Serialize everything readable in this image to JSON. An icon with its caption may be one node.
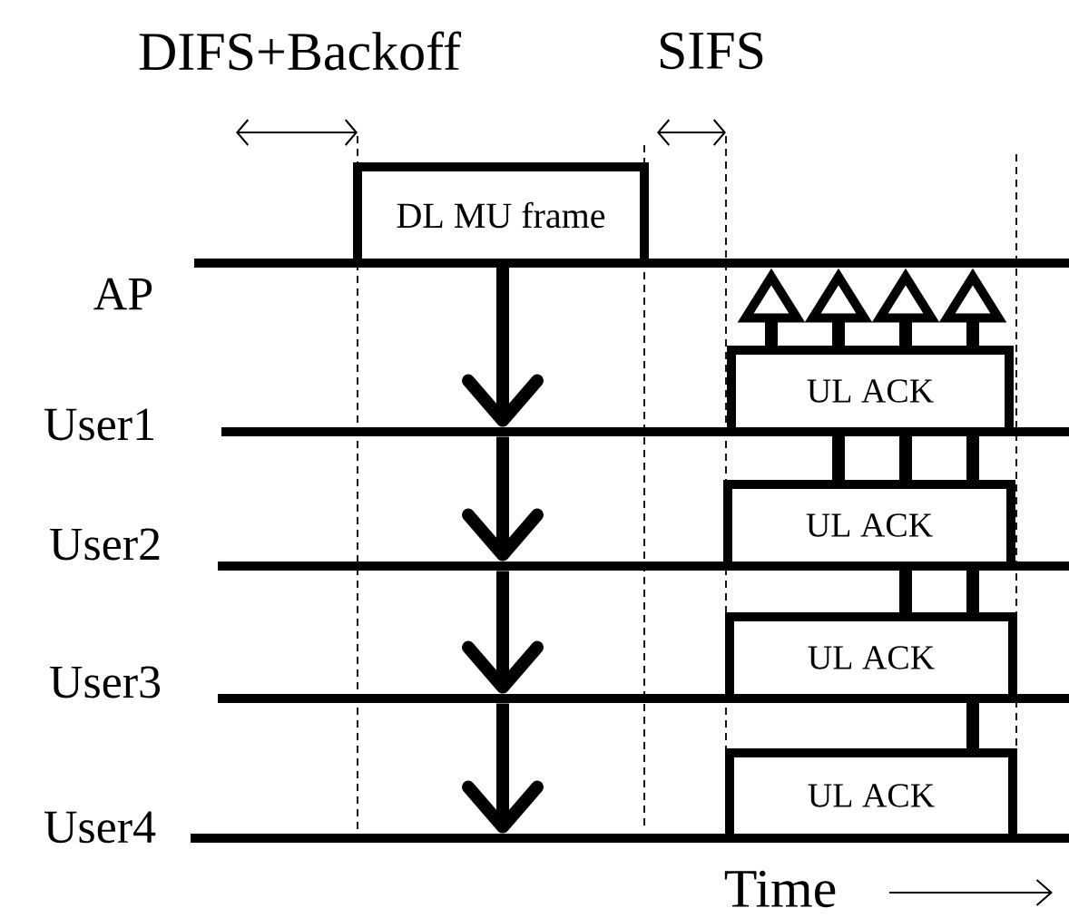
{
  "diagram": {
    "nodes": [
      {
        "text": [
          "AP"
        ]
      },
      {
        "text": [
          "User1"
        ]
      },
      {
        "text": [
          "User2"
        ]
      },
      {
        "text": [
          "User3"
        ]
      },
      {
        "text": [
          "User4"
        ]
      },
      {
        "text": [
          "DL MU frame"
        ]
      },
      {
        "text": [
          "UL ACK"
        ]
      },
      {
        "text": [
          "UL ACK"
        ]
      },
      {
        "text": [
          "UL ACK"
        ]
      },
      {
        "text": [
          "UL ACK"
        ]
      }
    ],
    "edges": [
      {
        "from": 5,
        "to": 1,
        "arrow": "to"
      },
      {
        "from": 1,
        "to": 2,
        "arrow": "to"
      },
      {
        "from": 2,
        "to": 3,
        "arrow": "to"
      },
      {
        "from": 3,
        "to": 4,
        "arrow": "to"
      },
      {
        "from": 6,
        "to": 0,
        "arrow": "to"
      },
      {
        "from": 6,
        "to": 0,
        "arrow": "to"
      },
      {
        "from": 6,
        "to": 0,
        "arrow": "to"
      },
      {
        "from": 6,
        "to": 0,
        "arrow": "to"
      },
      {
        "from": 7,
        "to": 6,
        "arrow": "none"
      },
      {
        "from": 7,
        "to": 6,
        "arrow": "none"
      },
      {
        "from": 7,
        "to": 6,
        "arrow": "none"
      },
      {
        "from": 8,
        "to": 7,
        "arrow": "none"
      },
      {
        "from": 8,
        "to": 7,
        "arrow": "none"
      },
      {
        "from": 9,
        "to": 8,
        "arrow": "none"
      }
    ],
    "labels": [
      "DIFS+Backoff",
      "SIFS",
      "Time"
    ]
  }
}
